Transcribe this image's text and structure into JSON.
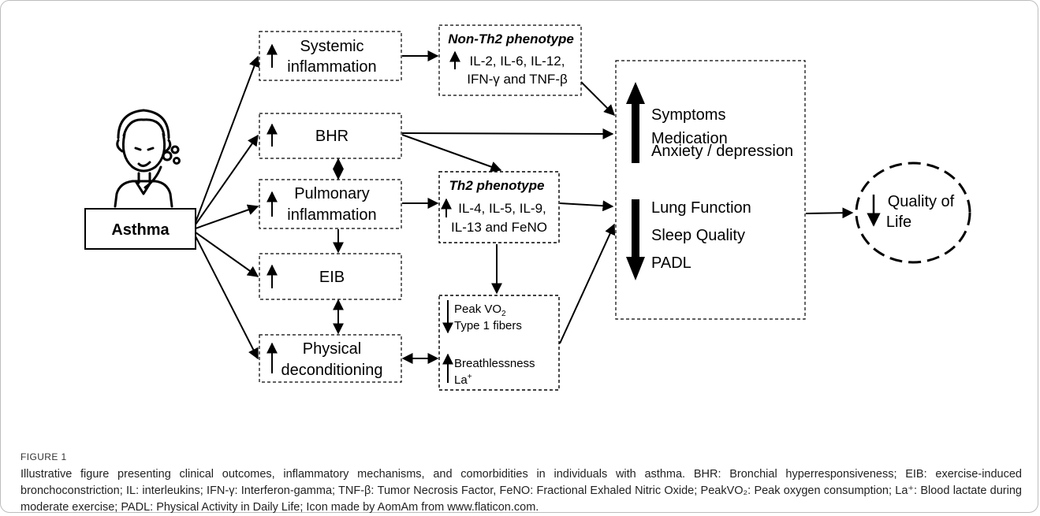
{
  "diagram": {
    "asthma": "Asthma",
    "systemic_inflammation": [
      "Systemic",
      "inflammation"
    ],
    "bhr": "BHR",
    "pulmonary_inflammation": [
      "Pulmonary",
      "inflammation"
    ],
    "eib": "EIB",
    "physical_deconditioning": [
      "Physical",
      "deconditioning"
    ],
    "non_th2": {
      "title": "Non-Th2 phenotype",
      "line1": "IL-2, IL-6, IL-12,",
      "line2": "IFN-γ and TNF-β"
    },
    "th2": {
      "title": "Th2 phenotype",
      "line1": "IL-4, IL-5, IL-9,",
      "line2": "IL-13 and FeNO"
    },
    "exercise_box": {
      "peak": "Peak VO",
      "peak_sub": "2",
      "fibers": "Type 1 fibers",
      "breathlessness": "Breathlessness",
      "la": "La",
      "la_sup": "+"
    },
    "outcomes_up": [
      "Symptoms",
      "Medication",
      "Anxiety / depression"
    ],
    "outcomes_down": [
      "Lung Function",
      "Sleep Quality",
      "PADL"
    ],
    "quality_of_life": [
      "Quality of",
      "Life"
    ]
  },
  "caption": {
    "label": "FIGURE 1",
    "text": "Illustrative figure presenting clinical outcomes, inflammatory mechanisms, and comorbidities in individuals with asthma. BHR: Bronchial hyperresponsiveness; EIB: exercise-induced bronchoconstriction; IL: interleukins; IFN-γ: Interferon-gamma; TNF-β: Tumor Necrosis Factor, FeNO: Fractional Exhaled Nitric Oxide; PeakVO₂: Peak oxygen consumption; La⁺: Blood lactate during moderate exercise; PADL: Physical Activity in Daily Life; Icon made by AomAm from www.flaticon.com."
  }
}
